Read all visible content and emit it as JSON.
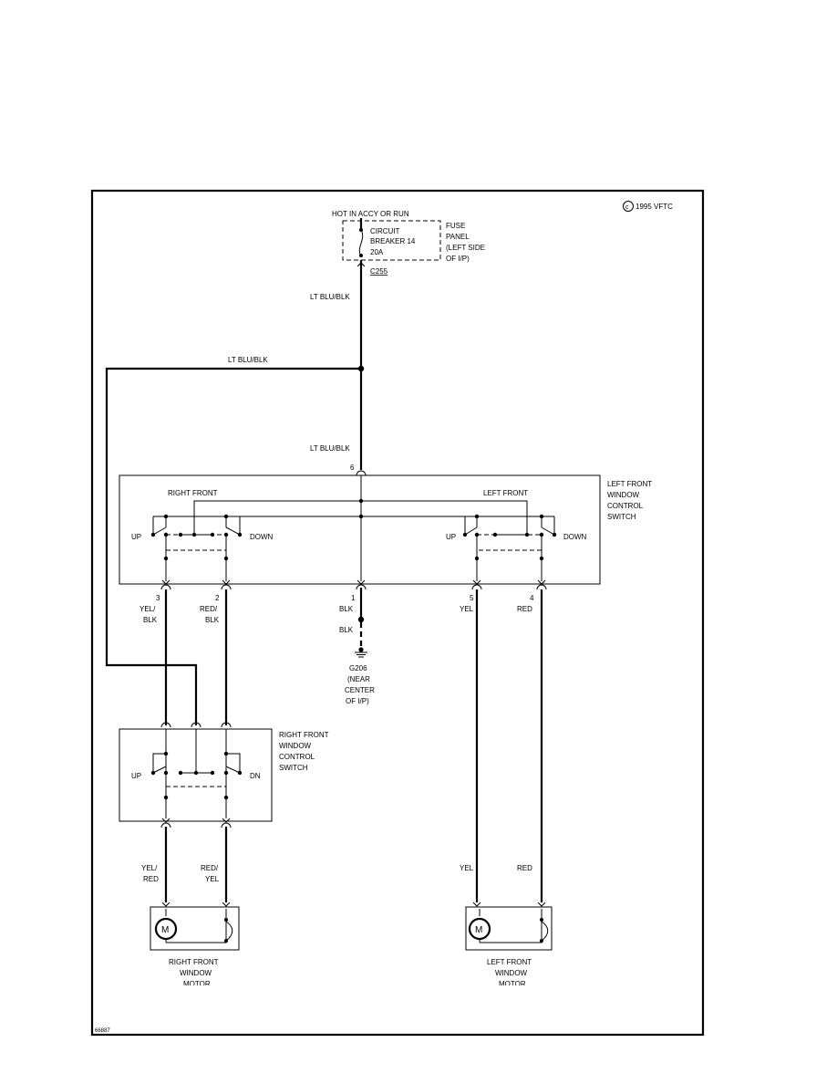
{
  "copyright": "1995 VFTC",
  "figure_id": "66887",
  "power": {
    "hot_label": "HOT IN ACCY OR RUN",
    "breaker_line1": "CIRCUIT",
    "breaker_line2": "BREAKER 14",
    "breaker_line3": "20A",
    "panel_lines": [
      "FUSE",
      "PANEL",
      "(LEFT SIDE",
      "OF I/P)"
    ],
    "connector": "C255"
  },
  "wires": {
    "feed_1": "LT BLU/BLK",
    "feed_branch": "LT BLU/BLK",
    "feed_2": "LT BLU/BLK"
  },
  "left_switch": {
    "title_lines": [
      "LEFT FRONT",
      "WINDOW",
      "CONTROL",
      "SWITCH"
    ],
    "section_right": "RIGHT FRONT",
    "section_left": "LEFT FRONT",
    "up": "UP",
    "down": "DOWN",
    "pin_top": "6",
    "pins": [
      {
        "num": "3",
        "color_lines": [
          "YEL/",
          "BLK"
        ]
      },
      {
        "num": "2",
        "color_lines": [
          "RED/",
          "BLK"
        ]
      },
      {
        "num": "1",
        "color_lines": [
          "BLK"
        ]
      },
      {
        "num": "5",
        "color_lines": [
          "YEL"
        ]
      },
      {
        "num": "4",
        "color_lines": [
          "RED"
        ]
      }
    ]
  },
  "ground": {
    "wire": "BLK",
    "id": "G206",
    "desc_lines": [
      "(NEAR",
      "CENTER",
      "OF I/P)"
    ]
  },
  "right_switch": {
    "title_lines": [
      "RIGHT FRONT",
      "WINDOW",
      "CONTROL",
      "SWITCH"
    ],
    "up": "UP",
    "down": "DN"
  },
  "motor_wires": {
    "rf_1": [
      "YEL/",
      "RED"
    ],
    "rf_2": [
      "RED/",
      "YEL"
    ],
    "lf_1": "YEL",
    "lf_2": "RED"
  },
  "motors": {
    "symbol": "M",
    "right": [
      "RIGHT FRONT",
      "WINDOW",
      "MOTOR"
    ],
    "left": [
      "LEFT FRONT",
      "WINDOW",
      "MOTOR"
    ]
  }
}
